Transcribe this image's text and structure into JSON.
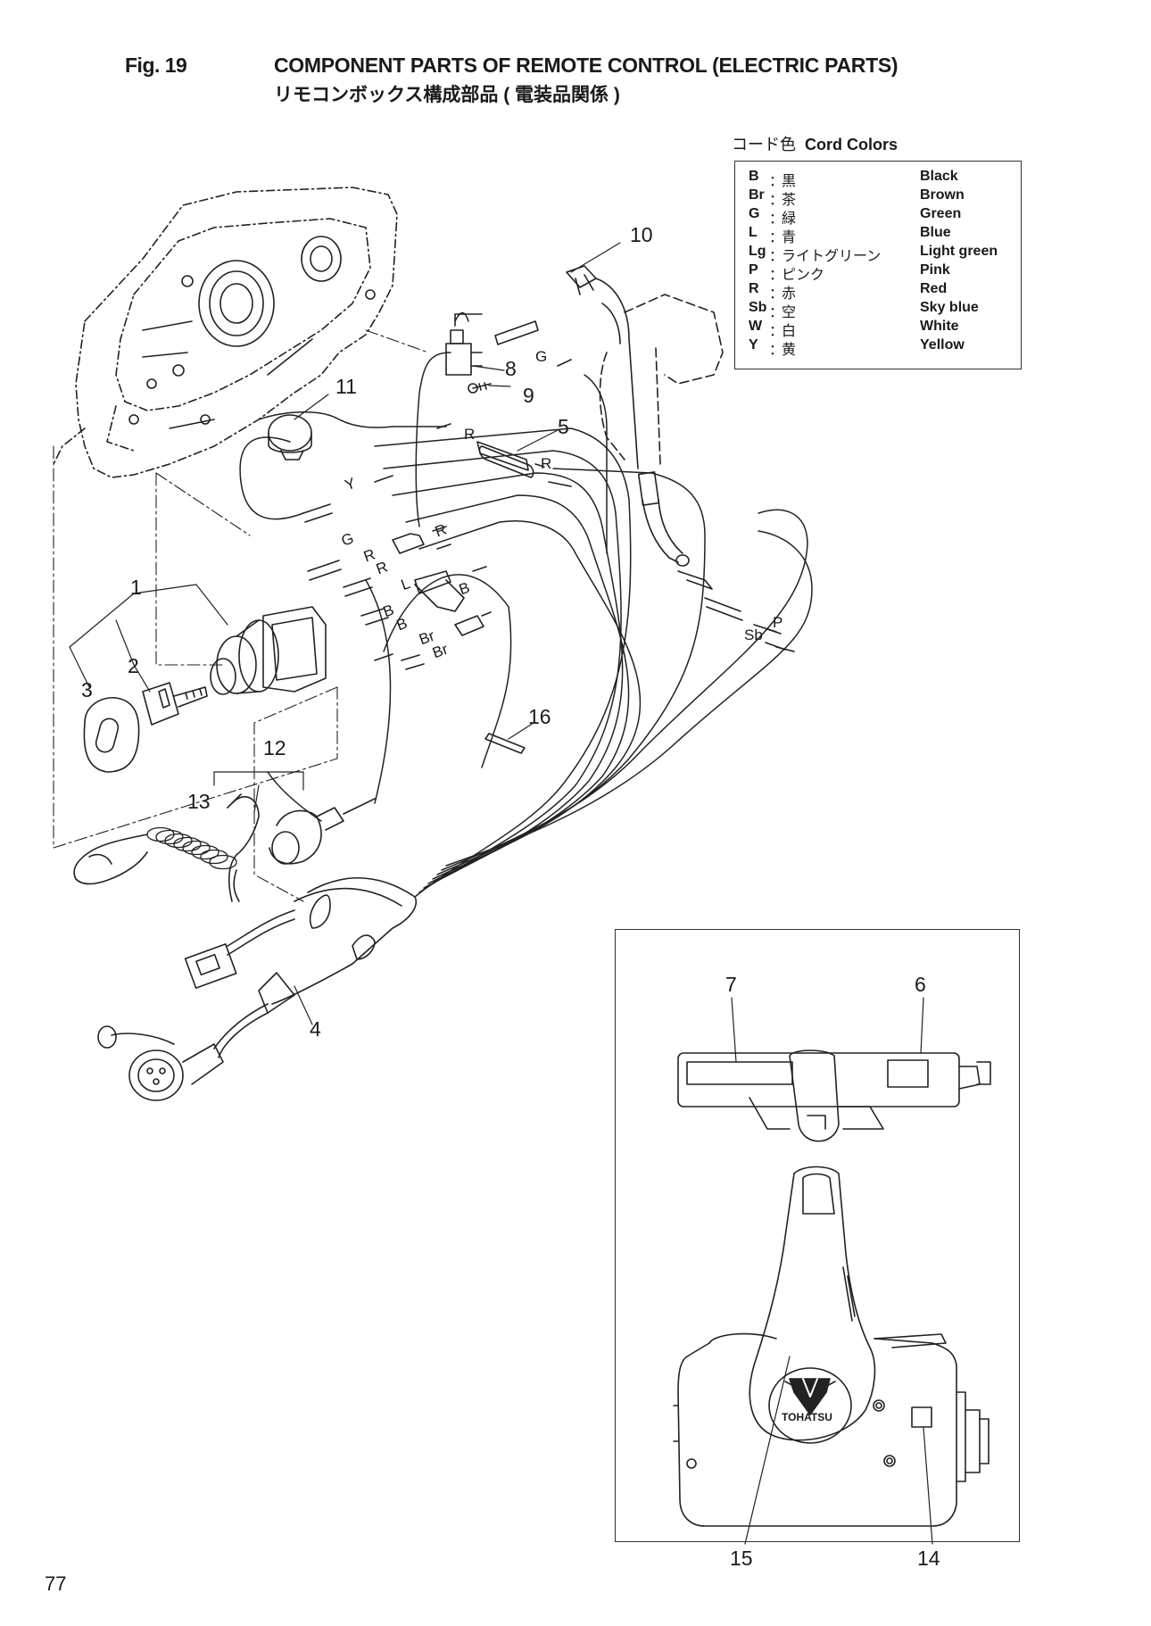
{
  "header": {
    "fig": "Fig. 19",
    "title_en": "COMPONENT PARTS OF REMOTE CONTROL (ELECTRIC PARTS)",
    "title_jp": "リモコンボックス構成部品 ( 電装品関係 )"
  },
  "cord_colors": {
    "title_jp": "コード色",
    "title_en": "Cord Colors",
    "rows": [
      {
        "code": "B",
        "sep": "：",
        "jp": "黒",
        "en": "Black"
      },
      {
        "code": "Br",
        "sep": "：",
        "jp": "茶",
        "en": "Brown"
      },
      {
        "code": "G",
        "sep": "：",
        "jp": "緑",
        "en": "Green"
      },
      {
        "code": "L",
        "sep": "：",
        "jp": "青",
        "en": "Blue"
      },
      {
        "code": "Lg",
        "sep": "：",
        "jp": "ライトグリーン",
        "en": "Light green"
      },
      {
        "code": "P",
        "sep": "：",
        "jp": "ピンク",
        "en": "Pink"
      },
      {
        "code": "R",
        "sep": "：",
        "jp": "赤",
        "en": "Red"
      },
      {
        "code": "Sb",
        "sep": "：",
        "jp": "空",
        "en": "Sky blue"
      },
      {
        "code": "W",
        "sep": "：",
        "jp": "白",
        "en": "White"
      },
      {
        "code": "Y",
        "sep": "：",
        "jp": "黄",
        "en": "Yellow"
      }
    ]
  },
  "part_numbers": {
    "p1": "1",
    "p2": "2",
    "p3": "3",
    "p4": "4",
    "p5": "5",
    "p6": "6",
    "p7": "7",
    "p8": "8",
    "p9": "9",
    "p10": "10",
    "p11": "11",
    "p12": "12",
    "p13": "13",
    "p14": "14",
    "p15": "15",
    "p16": "16"
  },
  "wire_labels": {
    "g1": "G",
    "r1": "R",
    "r2": "R",
    "y1": "Y",
    "g2": "G",
    "r3": "R",
    "r4": "R",
    "r5": "R",
    "l1": "L",
    "b1": "B",
    "b2": "B",
    "b3": "B",
    "br1": "Br",
    "br2": "Br",
    "p1": "P",
    "sb1": "Sb"
  },
  "logo_text": "TOHATSU",
  "page_number": "77"
}
